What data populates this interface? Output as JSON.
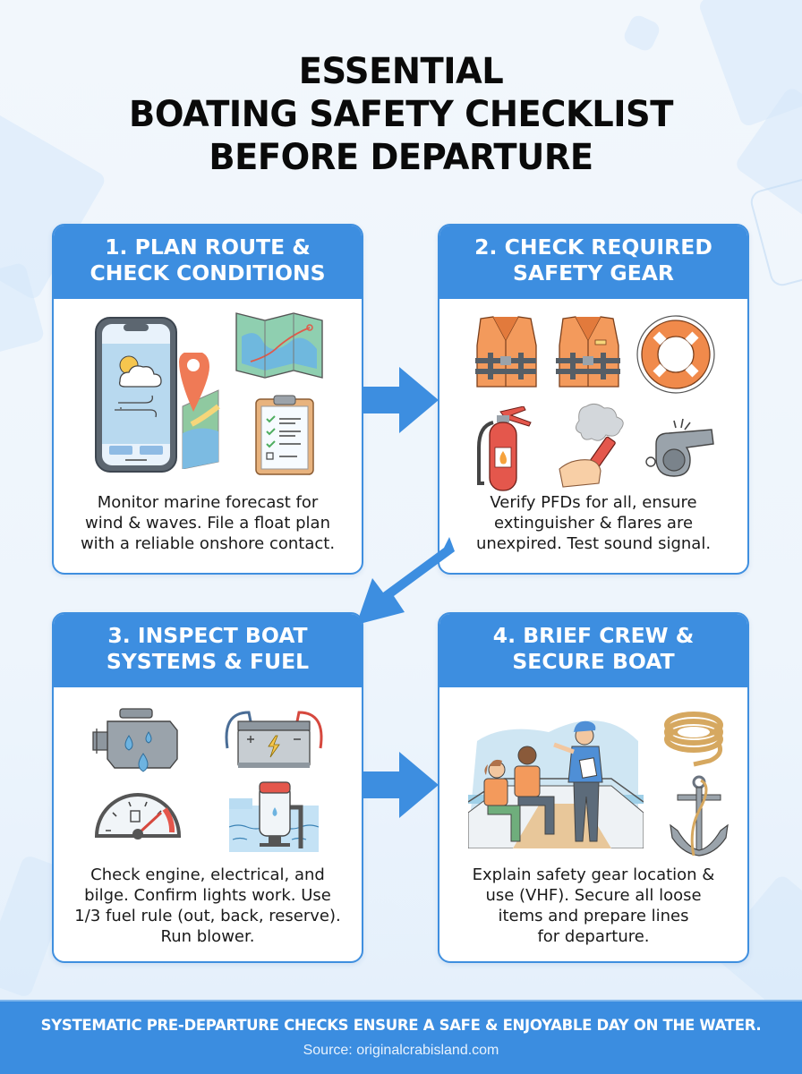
{
  "title": {
    "line1": "ESSENTIAL",
    "line2": "BOATING SAFETY CHECKLIST",
    "line3": "BEFORE DEPARTURE"
  },
  "colors": {
    "accent_blue": "#3d8ee0",
    "background": "#eef5fc",
    "card_bg": "#ffffff",
    "text": "#111111",
    "orange": "#f08a4b",
    "red": "#e4574c"
  },
  "steps": [
    {
      "number": "1",
      "heading_line1": "1. PLAN ROUTE &",
      "heading_line2": "CHECK CONDITIONS",
      "icons": [
        "smartphone-weather-icon",
        "map-pin-icon",
        "folded-map-icon",
        "clipboard-checklist-icon"
      ],
      "text_line1": "Monitor marine forecast for",
      "text_line2": "wind & waves. File a float plan",
      "text_line3": "with a reliable onshore contact."
    },
    {
      "number": "2",
      "heading_line1": "2. CHECK REQUIRED",
      "heading_line2": "SAFETY GEAR",
      "icons": [
        "life-vest-icon",
        "life-vest-icon",
        "life-ring-icon",
        "fire-extinguisher-icon",
        "flare-icon",
        "whistle-icon"
      ],
      "text_line1": "Verify PFDs for all, ensure",
      "text_line2": "extinguisher & flares are",
      "text_line3": "unexpired. Test sound signal."
    },
    {
      "number": "3",
      "heading_line1": "3. INSPECT BOAT",
      "heading_line2": "SYSTEMS & FUEL",
      "icons": [
        "engine-icon",
        "battery-icon",
        "fuel-gauge-icon",
        "bilge-pump-icon"
      ],
      "text_line1": "Check engine, electrical, and",
      "text_line2": "bilge. Confirm lights work. Use",
      "text_line3": "1/3 fuel rule (out, back, reserve).",
      "text_line4": "Run blower."
    },
    {
      "number": "4",
      "heading_line1": "4. BRIEF CREW &",
      "heading_line2": "SECURE BOAT",
      "icons": [
        "crew-briefing-illustration",
        "coiled-rope-icon",
        "anchor-icon"
      ],
      "text_line1": "Explain safety gear location &",
      "text_line2": "use (VHF). Secure all loose",
      "text_line3": "items and prepare lines",
      "text_line4": "for departure."
    }
  ],
  "footer": {
    "tagline": "SYSTEMATIC PRE-DEPARTURE CHECKS ENSURE A SAFE & ENJOYABLE DAY ON THE WATER.",
    "source": "Source: originalcrabisland.com"
  }
}
